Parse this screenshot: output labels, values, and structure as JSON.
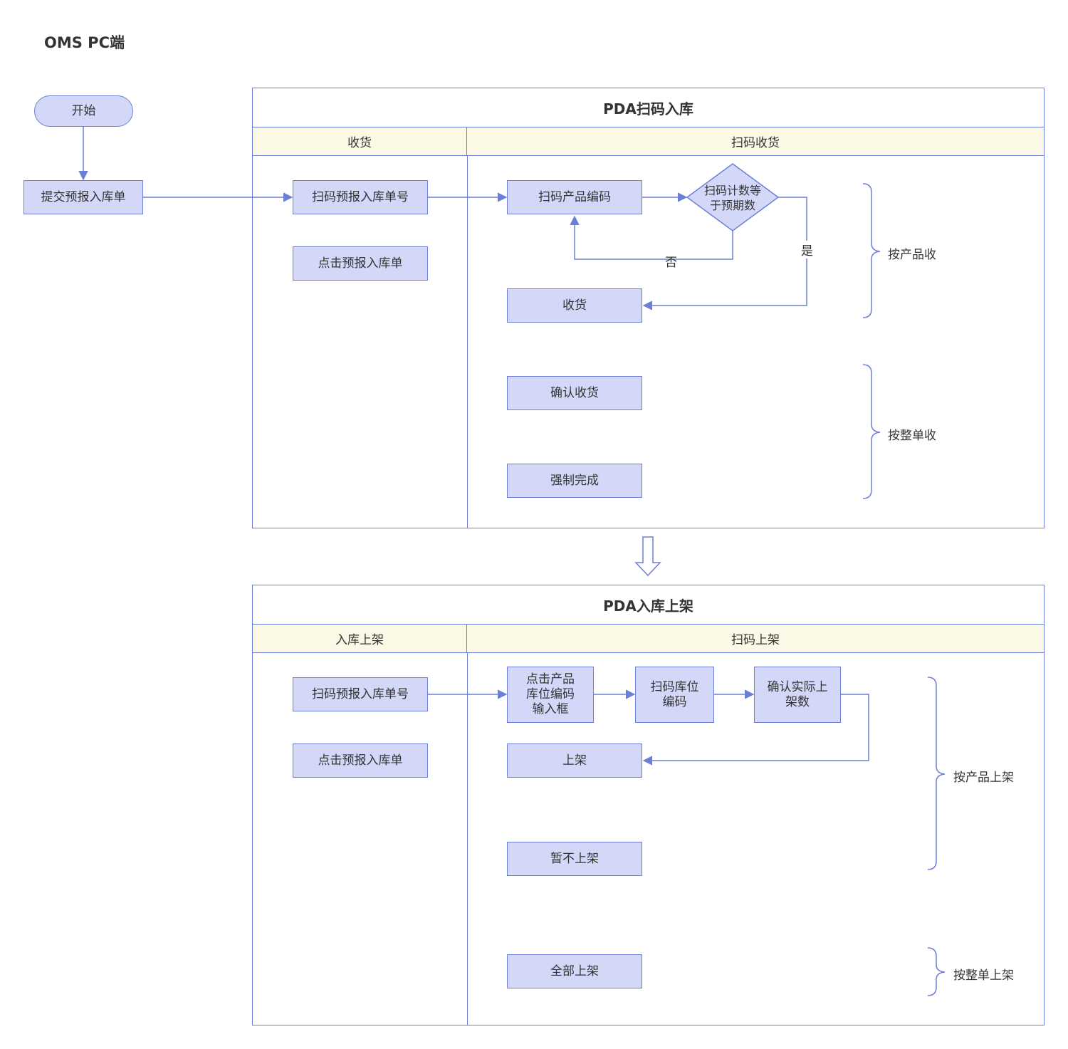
{
  "page_title": "OMS PC端",
  "pools": {
    "receiving": {
      "title": "PDA扫码入库",
      "lane_left": "收货",
      "lane_right": "扫码收货"
    },
    "putaway": {
      "title": "PDA入库上架",
      "lane_left": "入库上架",
      "lane_right": "扫码上架"
    }
  },
  "nodes": {
    "start": "开始",
    "submit_order": "提交预报入库单",
    "scan_order_no_1": "扫码预报入库单号",
    "click_order_1": "点击预报入库单",
    "scan_product_code": "扫码产品编码",
    "decision": "扫码计数等\n于预期数",
    "receive": "收货",
    "confirm_receive": "确认收货",
    "force_complete": "强制完成",
    "scan_order_no_2": "扫码预报入库单号",
    "click_order_2": "点击预报入库单",
    "click_location_input": "点击产品\n库位编码\n输入框",
    "scan_location": "扫码库位\n编码",
    "confirm_qty": "确认实际上\n架数",
    "put_on_shelf": "上架",
    "not_now": "暂不上架",
    "put_all": "全部上架"
  },
  "edge_labels": {
    "no": "否",
    "yes": "是"
  },
  "brace_labels": {
    "by_product_receive": "按产品收",
    "by_order_receive": "按整单收",
    "by_product_shelf": "按产品上架",
    "by_order_shelf": "按整单上架"
  },
  "colors": {
    "stroke": "#6b7fd6",
    "node_fill": "#d4d8f8",
    "lane_header_fill": "#fcf8e6"
  }
}
